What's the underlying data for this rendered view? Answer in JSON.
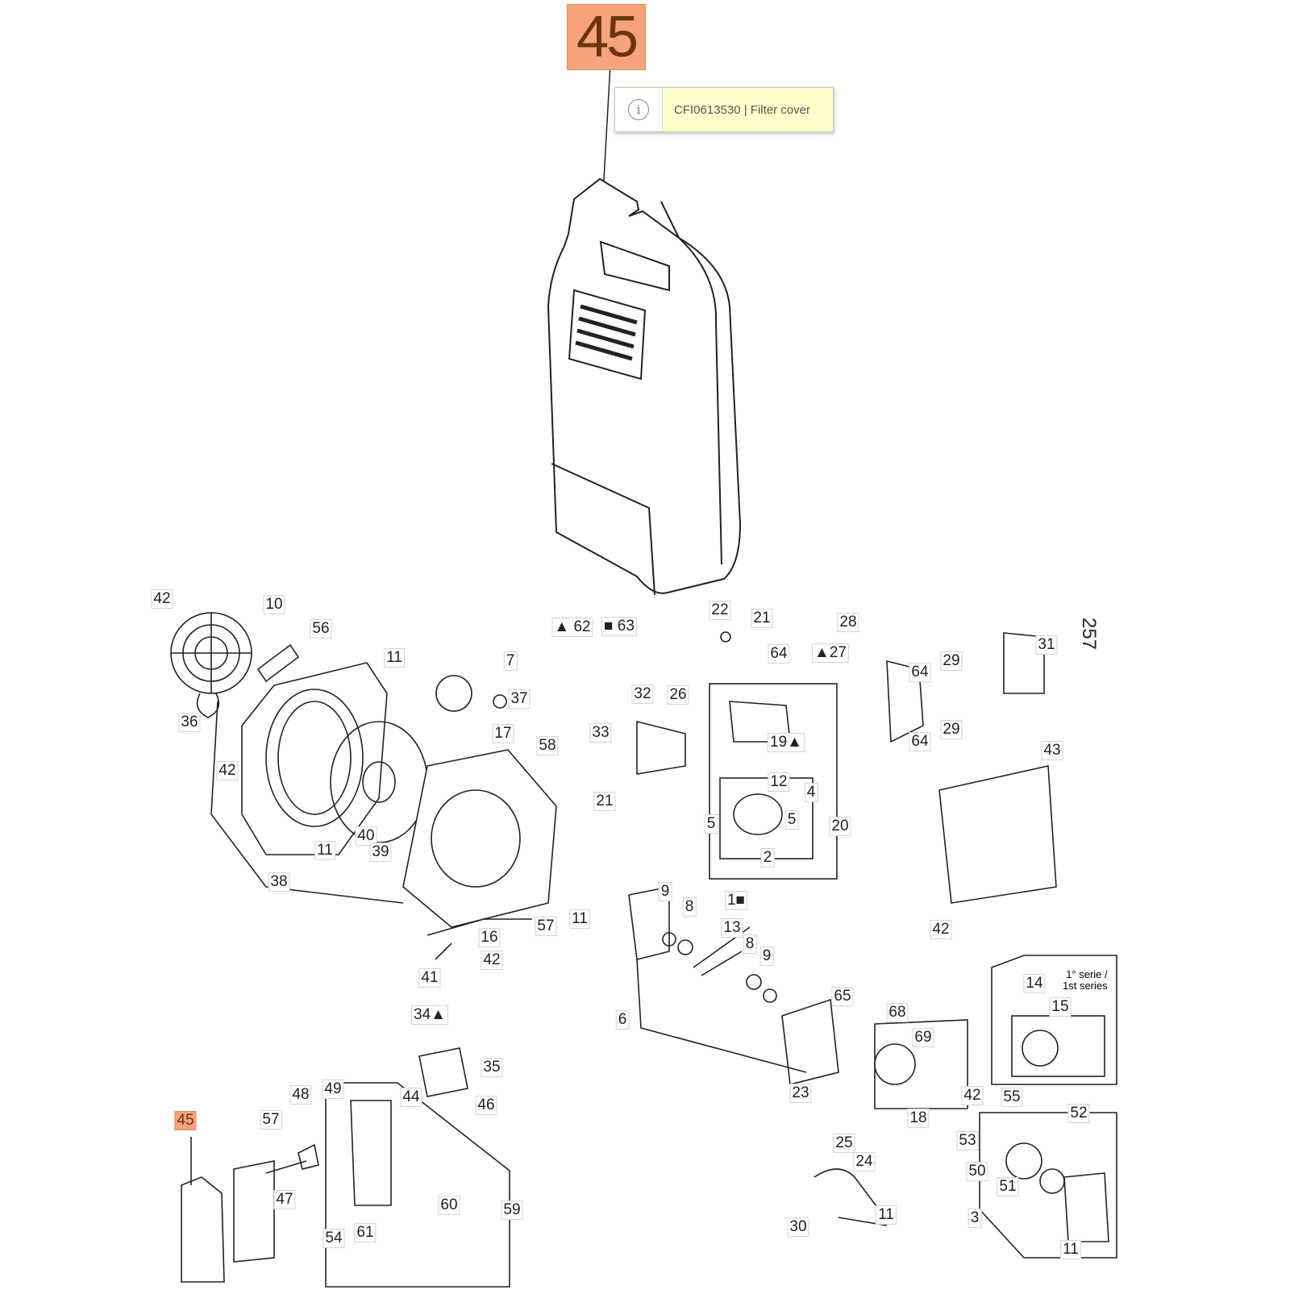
{
  "highlight": {
    "ref": "45",
    "tooltip_text": "CFI0613530 | Filter cover",
    "info_icon": "info-icon",
    "color": "#f4a37a"
  },
  "page_number": "257",
  "series_note": {
    "line1": "1° serie /",
    "line2": "1st series"
  },
  "labels": [
    "42",
    "10",
    "56",
    "11",
    "7",
    "36",
    "37",
    "17",
    "58",
    "42",
    "40",
    "11",
    "39",
    "38",
    "16",
    "57",
    "42",
    "41",
    "▲ 62",
    "■ 63",
    "22",
    "21",
    "64",
    "32",
    "26",
    "33",
    "21",
    "19▲",
    "12",
    "4",
    "5",
    "5",
    "20",
    "2",
    "28",
    "▲27",
    "29",
    "64",
    "31",
    "64",
    "29",
    "43",
    "42",
    "9",
    "8",
    "1■",
    "11",
    "13",
    "8",
    "9",
    "6",
    "65",
    "68",
    "69",
    "23",
    "14",
    "15",
    "34▲",
    "35",
    "44",
    "46",
    "48",
    "49",
    "57",
    "45",
    "47",
    "60",
    "59",
    "54",
    "61",
    "18",
    "42",
    "55",
    "52",
    "53",
    "50",
    "51",
    "3",
    "11",
    "25",
    "24",
    "11",
    "30"
  ]
}
